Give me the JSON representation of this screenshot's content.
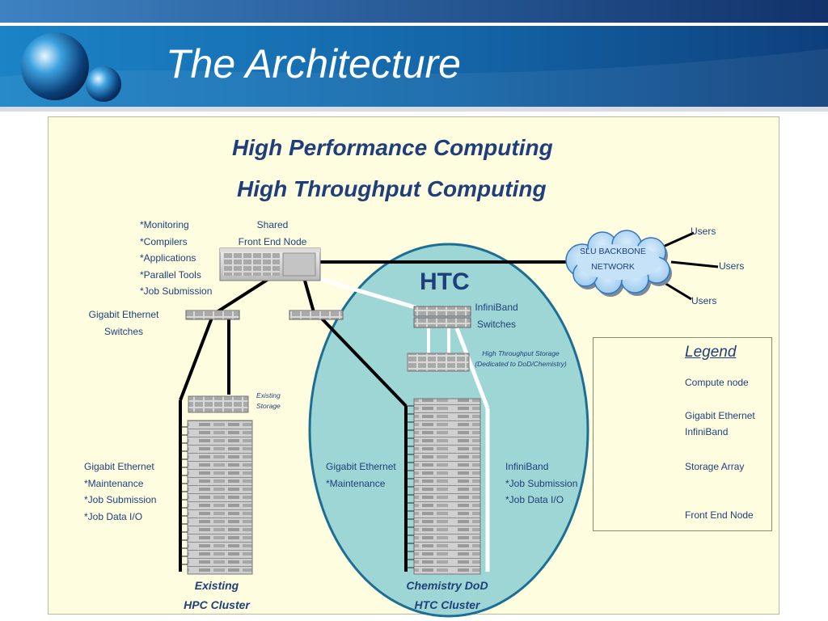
{
  "slide": {
    "title": "The Architecture"
  },
  "diagram": {
    "heading_line1": "High Performance Computing",
    "heading_line2": "High Throughput Computing",
    "front_end": {
      "features": [
        "*Monitoring",
        "*Compilers",
        "*Applications",
        "*Parallel Tools",
        "*Job Submission"
      ],
      "label_line1": "Shared",
      "label_line2": "Front End Node"
    },
    "network": {
      "label_line1": "SLU BACKBONE",
      "label_line2": "NETWORK"
    },
    "users": [
      "Users",
      "Users",
      "Users"
    ],
    "htc_label": "HTC",
    "gige_switches": {
      "line1": "Gigabit Ethernet",
      "line2": "Switches"
    },
    "ib_switches": {
      "line1": "InfiniBand",
      "line2": "Switches"
    },
    "htc_storage": {
      "line1": "High Throughput Storage",
      "line2": "(Dedicated to DoD/Chemistry)"
    },
    "existing_storage": {
      "line1": "Existing",
      "line2": "Storage"
    },
    "hpc_cluster": {
      "notes": [
        "Gigabit Ethernet",
        "*Maintenance",
        "*Job Submission",
        "*Job Data I/O"
      ],
      "caption_line1": "Existing",
      "caption_line2": "HPC Cluster"
    },
    "htc_cluster": {
      "gige_notes": [
        "Gigabit Ethernet",
        "*Maintenance"
      ],
      "ib_notes": [
        "InfiniBand",
        "*Job Submission",
        "*Job Data I/O"
      ],
      "caption_line1": "Chemistry DoD",
      "caption_line2": "HTC Cluster"
    },
    "legend": {
      "title": "Legend",
      "items": [
        "Compute node",
        "Gigabit Ethernet",
        "InfiniBand",
        "Storage Array",
        "Front End Node"
      ]
    }
  },
  "colors": {
    "text": "#1f3f7a",
    "panel_bg": "#fffde0",
    "htc_ellipse_fill": "#9ed6d6",
    "htc_ellipse_stroke": "#1c6f93",
    "network_cloud": "#b9dcf7",
    "header_blue": "#1a6fb0"
  }
}
